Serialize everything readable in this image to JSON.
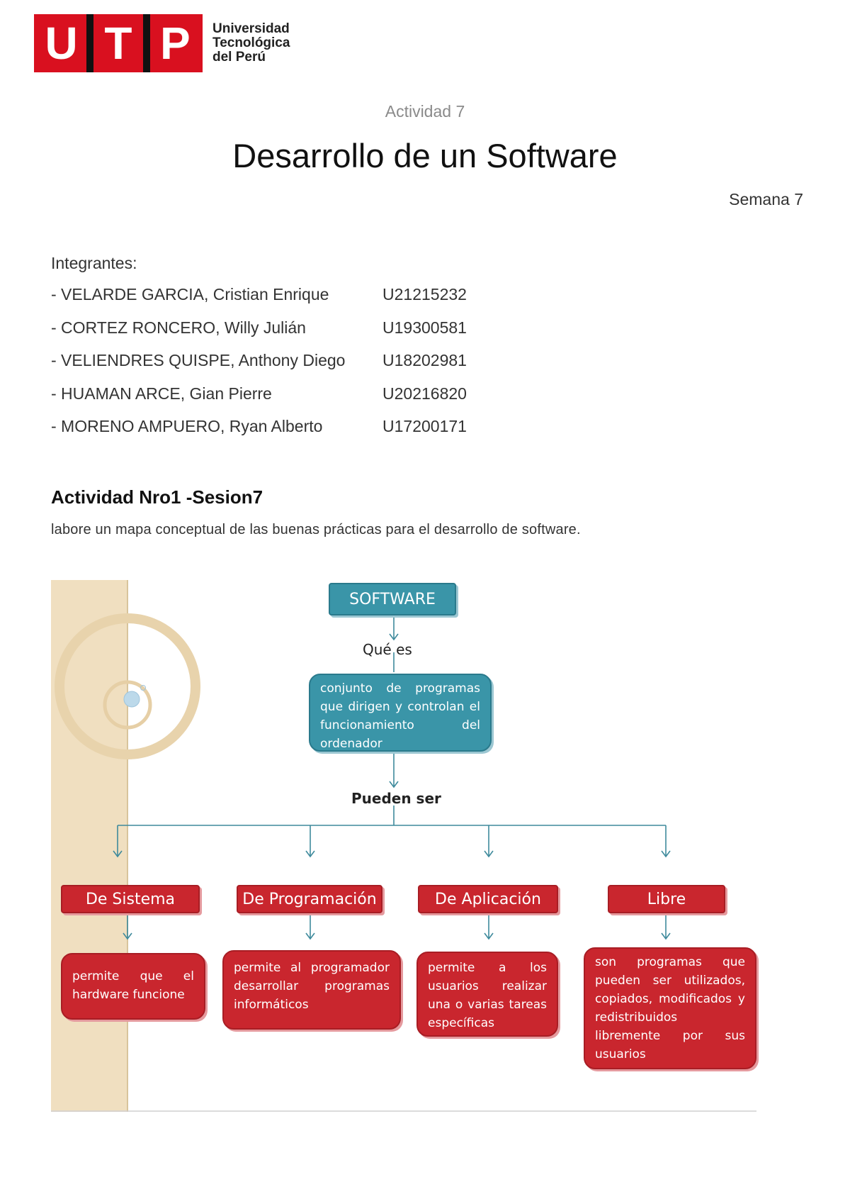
{
  "logo": {
    "letters": [
      "U",
      "T",
      "P"
    ],
    "lines": [
      "Universidad",
      "Tecnológica",
      "del Perú"
    ],
    "color": "#d9101f"
  },
  "header": {
    "activity_label": "Actividad 7",
    "title": "Desarrollo de un Software",
    "week": "Semana 7"
  },
  "members": {
    "heading": "Integrantes:",
    "list": [
      {
        "name": "- VELARDE GARCIA, Cristian Enrique",
        "code": "U21215232"
      },
      {
        "name": "- CORTEZ RONCERO, Willy Julián",
        "code": "U19300581"
      },
      {
        "name": "- VELIENDRES QUISPE, Anthony Diego",
        "code": "U18202981"
      },
      {
        "name": "- HUAMAN ARCE, Gian Pierre",
        "code": "U20216820"
      },
      {
        "name": "- MORENO AMPUERO, Ryan Alberto",
        "code": "U17200171"
      }
    ]
  },
  "section": {
    "title": "Actividad Nro1 -Sesion7",
    "description": "labore un mapa conceptual de las buenas prácticas para el desarrollo de software."
  },
  "concept_map": {
    "root": "SOFTWARE",
    "link_1": "Qué es",
    "definition": "conjunto de programas que dirigen y controlan el funcionamiento del ordenador",
    "link_2": "Pueden ser",
    "types": [
      {
        "title": "De Sistema",
        "description": "permite que el hardware funcione"
      },
      {
        "title": "De Programación",
        "description": "permite al programador desarrollar programas informáticos"
      },
      {
        "title": "De Aplicación",
        "description": "permite a los usuarios realizar una o varias tareas específicas"
      },
      {
        "title": "Libre",
        "description": "son programas que pueden ser utilizados, copiados, modificados y redistribuidos libremente por sus usuarios"
      }
    ],
    "colors": {
      "teal": "#3a95a8",
      "red": "#c9262e",
      "line": "#3e8a9c",
      "sidebar": "#f0dfc0"
    }
  }
}
